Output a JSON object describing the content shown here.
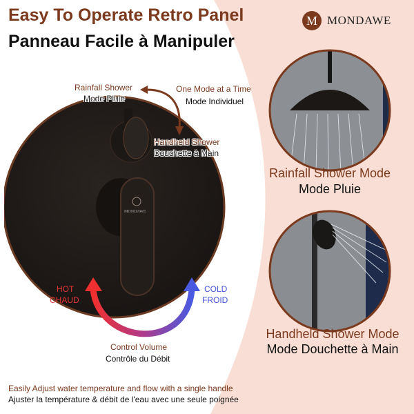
{
  "header": {
    "title_en": "Easy To Operate Retro Panel",
    "title_fr": "Panneau Facile à Manipuler"
  },
  "brand": {
    "name": "MONDAWE",
    "mark": "M",
    "handle_engraving": "MONDAWE"
  },
  "diverter": {
    "rainfall_en": "Rainfall Shower",
    "rainfall_fr": "Mode Pluie",
    "handheld_en": "Handheld Shower",
    "handheld_fr": "Douchette à Main",
    "one_mode_en": "One Mode at a Time",
    "one_mode_fr": "Mode Individuel"
  },
  "temperature": {
    "hot_en": "HOT",
    "hot_fr": "CHAUD",
    "cold_en": "COLD",
    "cold_fr": "FROID",
    "volume_en": "Control Volume",
    "volume_fr": "Contrôle du Débit"
  },
  "modes": {
    "rainfall_en": "Rainfall Shower Mode",
    "rainfall_fr": "Mode Pluie",
    "handheld_en": "Handheld Shower Mode",
    "handheld_fr": "Mode Douchette à Main"
  },
  "footer": {
    "line_en": "Easily Adjust water temperature and flow with a single handle",
    "line_fr": "Ajuster la température & débit de l'eau avec une seule poignée"
  },
  "colors": {
    "brand_brown": "#7b3a1e",
    "background_pink": "#f8ded4",
    "hot": "#ee3333",
    "cold": "#4455dd"
  }
}
